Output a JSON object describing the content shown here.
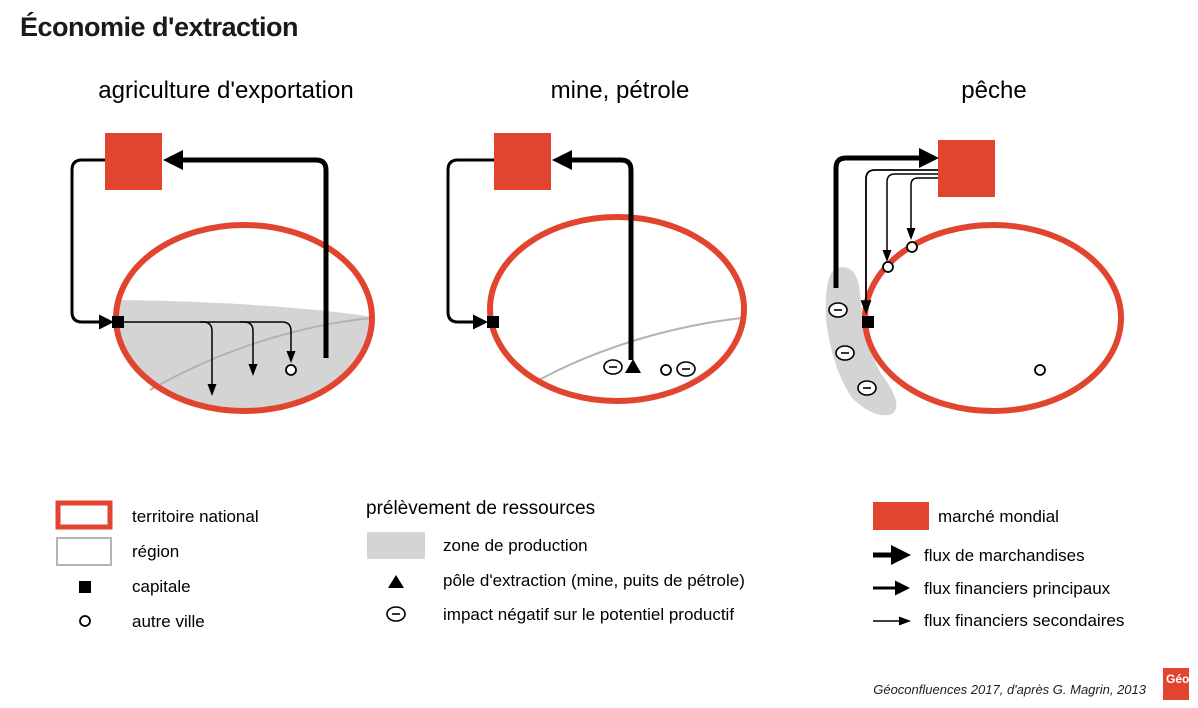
{
  "title": "Économie d'extraction",
  "panels": [
    {
      "title": "agriculture d'exportation"
    },
    {
      "title": "mine, pétrole"
    },
    {
      "title": "pêche"
    }
  ],
  "legend": {
    "col1": [
      {
        "label": "territoire national"
      },
      {
        "label": "région"
      },
      {
        "label": "capitale"
      },
      {
        "label": "autre ville"
      }
    ],
    "col2": {
      "heading": "prélèvement de ressources",
      "items": [
        {
          "label": "zone de production"
        },
        {
          "label": "pôle d'extraction (mine, puits de pétrole)"
        },
        {
          "label": "impact négatif sur le potentiel productif"
        }
      ]
    },
    "col3": [
      {
        "label": "marché mondial"
      },
      {
        "label": "flux de marchandises"
      },
      {
        "label": "flux financiers principaux"
      },
      {
        "label": "flux financiers secondaires"
      }
    ]
  },
  "credit": "Géoconfluences 2017, d'après G. Magrin, 2013",
  "logo": {
    "text": "Géo"
  },
  "colors": {
    "territory": "#e2452f",
    "market": "#e2452f",
    "region": "#b3b3b3",
    "zone": "#d4d4d4",
    "ink": "#000000"
  }
}
